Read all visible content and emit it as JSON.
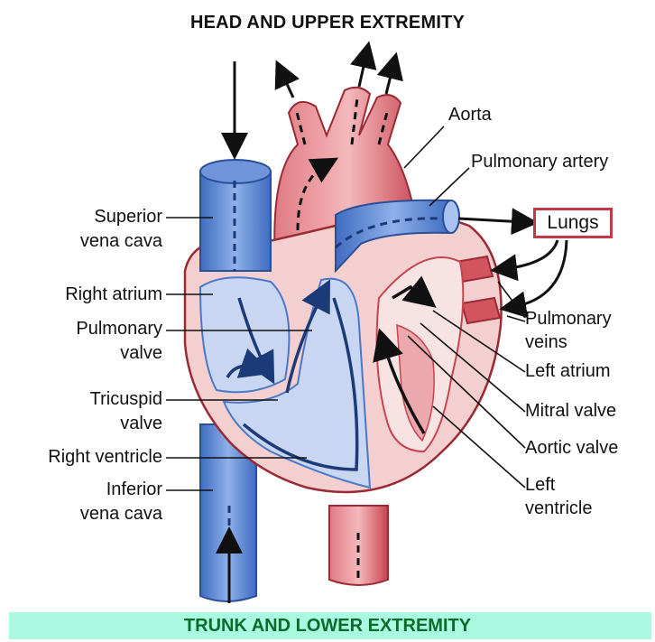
{
  "titles": {
    "top": "HEAD AND UPPER EXTREMITY",
    "bottom": "TRUNK AND LOWER EXTREMITY"
  },
  "labels": {
    "aorta": "Aorta",
    "pulmonary_artery": "Pulmonary artery",
    "lungs": "Lungs",
    "pulmonary_veins_1": "Pulmonary",
    "pulmonary_veins_2": "veins",
    "left_atrium": "Left atrium",
    "mitral_valve": "Mitral valve",
    "aortic_valve": "Aortic valve",
    "left_ventricle_1": "Left",
    "left_ventricle_2": "ventricle",
    "superior_vena_cava_1": "Superior",
    "superior_vena_cava_2": "vena cava",
    "right_atrium": "Right atrium",
    "pulmonary_valve_1": "Pulmonary",
    "pulmonary_valve_2": "valve",
    "tricuspid_valve_1": "Tricuspid",
    "tricuspid_valve_2": "valve",
    "right_ventricle": "Right ventricle",
    "inferior_vena_cava_1": "Inferior",
    "inferior_vena_cava_2": "vena cava"
  },
  "colors": {
    "deoxygenated_blue": "#4a78c8",
    "oxygenated_red": "#d2545e",
    "heart_pink": "#f7dcdc",
    "chamber_blue": "#c9d6f2",
    "lungs_border": "#c23a47",
    "bottom_band": "#a9fae0",
    "bottom_text": "#0b6b2a"
  }
}
